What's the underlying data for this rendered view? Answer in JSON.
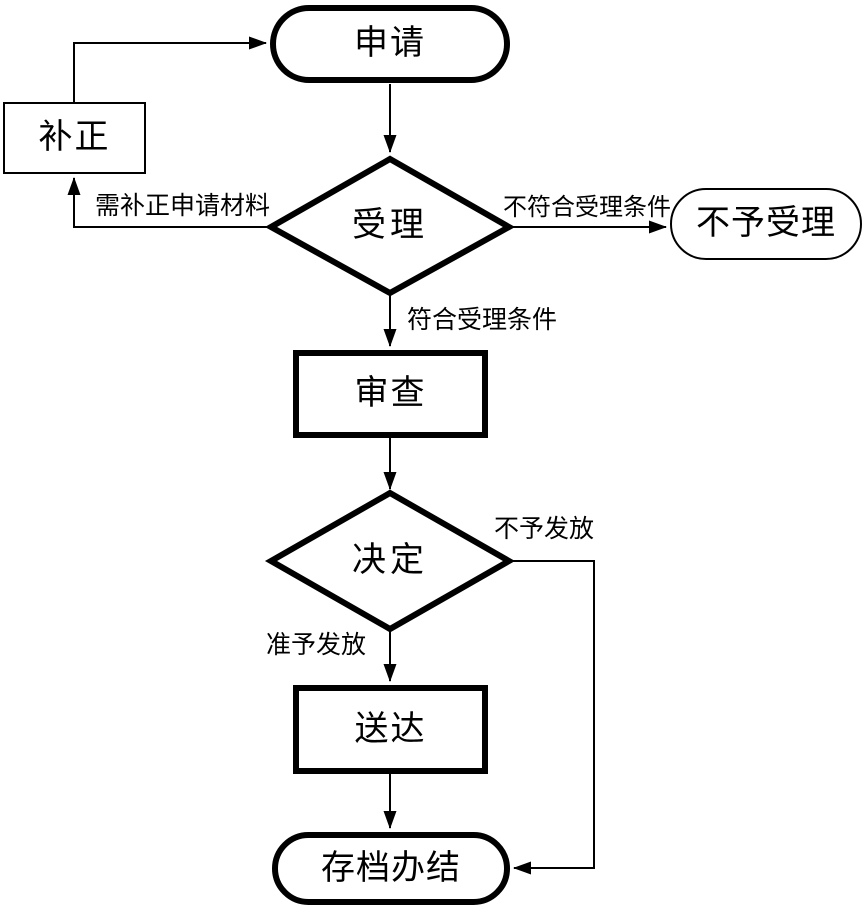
{
  "diagram": {
    "type": "flowchart",
    "colors": {
      "stroke": "#000000",
      "fill": "#ffffff"
    },
    "nodes": {
      "apply": {
        "label": "申请",
        "shape": "stadium",
        "border": "thick"
      },
      "correction": {
        "label": "补正",
        "shape": "rectangle",
        "border": "thin"
      },
      "accept": {
        "label": "受理",
        "shape": "diamond",
        "border": "thick"
      },
      "not_accepted": {
        "label": "不予受理",
        "shape": "stadium",
        "border": "thin"
      },
      "review": {
        "label": "审查",
        "shape": "rectangle",
        "border": "thick"
      },
      "decision": {
        "label": "决定",
        "shape": "diamond",
        "border": "thick"
      },
      "deliver": {
        "label": "送达",
        "shape": "rectangle",
        "border": "thick"
      },
      "archive": {
        "label": "存档办结",
        "shape": "stadium",
        "border": "thick"
      }
    },
    "edge_labels": {
      "need_correction": "需补正申请材料",
      "not_meet_conditions": "不符合受理条件",
      "meet_conditions": "符合受理条件",
      "not_issue": "不予发放",
      "issue": "准予发放"
    },
    "edges": [
      {
        "from": "apply",
        "to": "accept",
        "label": ""
      },
      {
        "from": "accept",
        "to": "not_accepted",
        "label": "不符合受理条件"
      },
      {
        "from": "accept",
        "to": "correction",
        "label": "需补正申请材料"
      },
      {
        "from": "correction",
        "to": "apply",
        "label": ""
      },
      {
        "from": "accept",
        "to": "review",
        "label": "符合受理条件"
      },
      {
        "from": "review",
        "to": "decision",
        "label": ""
      },
      {
        "from": "decision",
        "to": "archive",
        "label": "不予发放"
      },
      {
        "from": "decision",
        "to": "deliver",
        "label": "准予发放"
      },
      {
        "from": "deliver",
        "to": "archive",
        "label": ""
      }
    ]
  }
}
